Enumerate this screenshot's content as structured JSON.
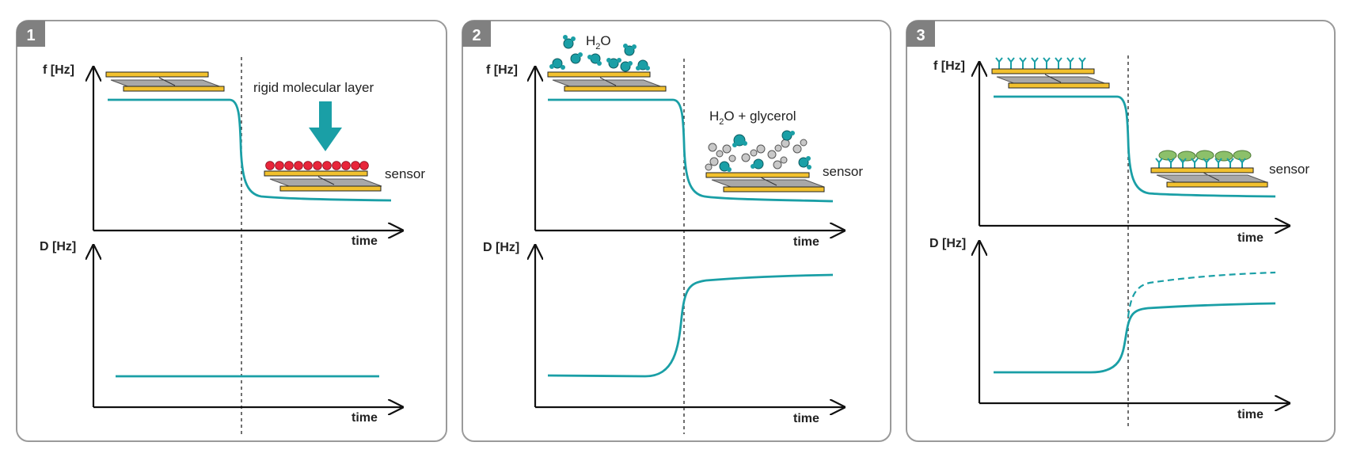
{
  "panels": [
    {
      "number": "1",
      "top_axis_label": "f [Hz]",
      "bottom_axis_label": "D [Hz]",
      "time_label": "time",
      "annotation": "rigid molecular layer",
      "sensor_label": "sensor",
      "f_trend": "step-down",
      "D_trend": "flat"
    },
    {
      "number": "2",
      "top_axis_label": "f [Hz]",
      "bottom_axis_label": "D [Hz]",
      "time_label": "time",
      "label_h2o_before": "H",
      "label_h2o_sub": "2",
      "label_h2o_after": "O",
      "label_mix_before": "H",
      "label_mix_sub": "2",
      "label_mix_after": "O + glycerol",
      "sensor_label": "sensor",
      "f_trend": "step-down",
      "D_trend": "step-up"
    },
    {
      "number": "3",
      "top_axis_label": "f [Hz]",
      "bottom_axis_label": "D [Hz]",
      "time_label": "time",
      "sensor_label": "sensor",
      "f_trend": "step-down",
      "D_trend": "step-up, with dashed higher alternative"
    }
  ],
  "colors": {
    "curve": "#1a9fa6",
    "water": "#1a9fa6",
    "glycerol": "#c8c8c8",
    "electrode": "#f2c12e",
    "quartz": "#a8a8a8",
    "molecule_red": "#e8253a",
    "antibody": "#1a9fa6",
    "antigen": "#8cc06a",
    "badge": "#808080",
    "frame": "#9a9a9a"
  }
}
